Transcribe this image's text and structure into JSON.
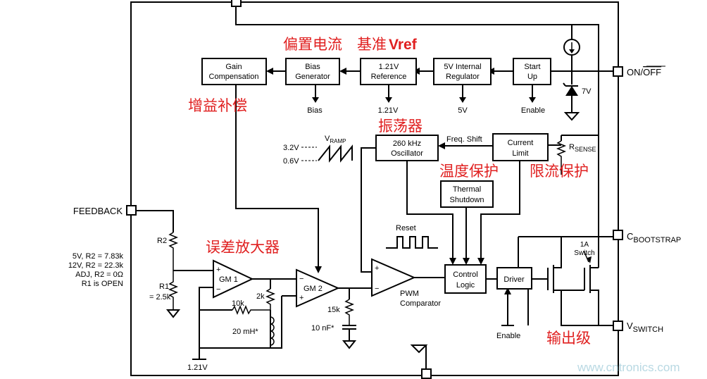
{
  "blocks": {
    "gain_comp": [
      "Gain",
      "Compensation"
    ],
    "bias_gen": [
      "Bias",
      "Generator"
    ],
    "reference": [
      "1.21V",
      "Reference"
    ],
    "regulator": [
      "5V Internal",
      "Regulator"
    ],
    "startup": [
      "Start",
      "Up"
    ],
    "oscillator": [
      "260 kHz",
      "Oscillator"
    ],
    "current_limit": [
      "Current",
      "Limit"
    ],
    "thermal": [
      "Thermal",
      "Shutdown"
    ],
    "control_logic": [
      "Control",
      "Logic"
    ],
    "driver": "Driver"
  },
  "amps": {
    "gm1": "GM 1",
    "gm2": "GM 2",
    "pwm": [
      "PWM",
      "Comparator"
    ]
  },
  "outputs": {
    "bias": "Bias",
    "ref": "1.21V",
    "v5": "5V",
    "enable": "Enable"
  },
  "pins": {
    "on_off": "ON/",
    "off_bar": "OFF",
    "feedback": "FEEDBACK",
    "bootstrap_c": "C",
    "bootstrap_sub": "BOOTSTRAP",
    "switch_v": "V",
    "switch_sub": "SWITCH"
  },
  "labels": {
    "vramp": "V",
    "vramp_sub": "RAMP",
    "v32": "3.2V",
    "v06": "0.6V",
    "freq_shift": "Freq. Shift",
    "rsense": "R",
    "rsense_sub": "SENSE",
    "zener": "7V",
    "reset": "Reset",
    "switch": [
      "1A",
      "Switch"
    ],
    "r2": "R2",
    "r1": [
      "R1",
      "= 2.5k"
    ],
    "feedback_table": [
      "5V, R2 = 7.83k",
      "12V, R2 = 22.3k",
      "ADJ, R2 = 0Ω",
      "R1 is OPEN"
    ],
    "r2k": "2k",
    "r10k": "10k",
    "l20": "20 mH*",
    "r15k": "15k",
    "c10n": "10 nF*",
    "v121": "1.21V",
    "enable2": "Enable",
    "plus": "+",
    "minus": "−"
  },
  "annotations": {
    "piancdian": "偏置电流",
    "jizhun": "基准",
    "vref": "Vref",
    "zengyi": "增益补偿",
    "zhendang": "振荡器",
    "wendu": "温度保护",
    "xianliu": "限流保护",
    "wucha": "误差放大器",
    "shuchu": "输出级"
  },
  "watermark": "www.cntronics.com",
  "colors": {
    "annotation": "#e02020",
    "watermark": "#b9d9e3",
    "line": "#000000"
  }
}
